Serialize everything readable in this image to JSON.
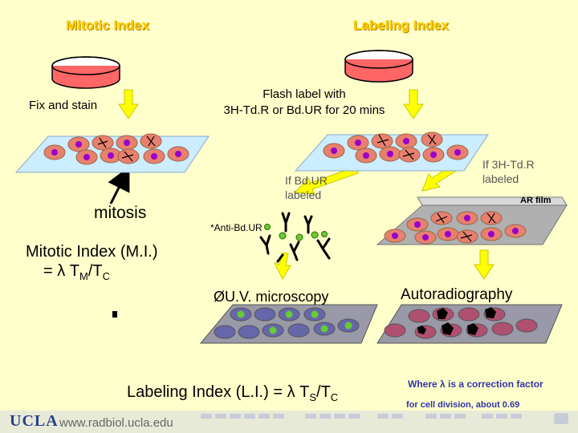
{
  "titles": {
    "mitotic_index": "Mitotic Index",
    "labeling_index": "Labeling Index"
  },
  "labels": {
    "fix_and_stain": "Fix and stain",
    "flash_label_line1": "Flash label with",
    "flash_label_line2": "3H-Td.R or Bd.UR for 20 mins",
    "mitosis": "mitosis",
    "if_bdur_line1": "If Bd.UR",
    "if_bdur_line2": "labeled",
    "if_3htdr_line1": "If 3H-Td.R",
    "if_3htdr_line2": "labeled",
    "ar_film": "AR film",
    "anti_bdur": "*Anti-Bd.UR",
    "uv_microscopy": "U.V. microscopy",
    "uv_bullet": "Ø",
    "autoradiography": "Autoradiography",
    "mitotic_formula_line1": "Mitotic Index (M.I.)",
    "mitotic_formula_line2_prefix": "= λ T",
    "mitotic_formula_sub_m": "M",
    "mitotic_formula_slash": "/T",
    "mitotic_formula_sub_c": "C",
    "labeling_formula_prefix": "Labeling Index (L.I.) = λ T",
    "labeling_formula_sub_s": "S",
    "labeling_formula_slash": "/T",
    "labeling_formula_sub_c": "C",
    "lambda_note_line1": "Where λ is a correction factor",
    "lambda_note_line2": "for cell division, about 0.69",
    "footer_logo": "UCLA",
    "footer_url": "www.radbiol.ucla.edu"
  },
  "colors": {
    "background": "#ffffcc",
    "title": "#ffcc00",
    "arrow_yellow": "#ffff00",
    "dish": "#ff6666",
    "slide": "#ccecff",
    "cell_fill": "#e8806e",
    "nucleus": "#9900cc",
    "fluorescent_nucleus": "#66cc33",
    "antibody": "#000000",
    "grain": "#000000"
  }
}
